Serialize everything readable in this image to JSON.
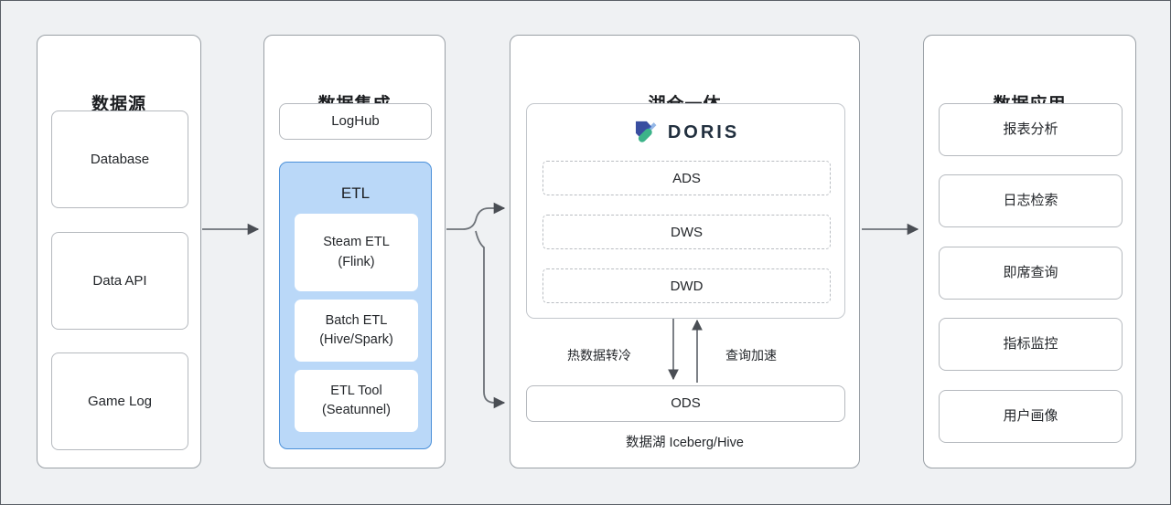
{
  "diagram": {
    "background_color": "#eff1f3",
    "accent_color": "#4b90d9",
    "accent_fill": "#bad8f8",
    "columns": [
      {
        "id": "data-source",
        "title": "数据源",
        "items": [
          {
            "label": "Database"
          },
          {
            "label": "Data API"
          },
          {
            "label": "Game Log"
          }
        ]
      },
      {
        "id": "data-integration",
        "title": "数据集成",
        "items": [
          {
            "label": "LogHub"
          }
        ],
        "group": {
          "title": "ETL",
          "items": [
            {
              "line1": "Steam ETL",
              "line2": "(Flink)"
            },
            {
              "line1": "Batch ETL",
              "line2": "(Hive/Spark)"
            },
            {
              "line1": "ETL Tool",
              "line2": "(Seatunnel)"
            }
          ]
        }
      },
      {
        "id": "lakehouse",
        "title": "湖仓一体",
        "engine": {
          "logo_name": "doris-logo",
          "wordmark": "DORIS",
          "logo_colors": {
            "blue": "#394ea0",
            "teal": "#3cb389"
          },
          "layers": [
            {
              "label": "ADS"
            },
            {
              "label": "DWS"
            },
            {
              "label": "DWD"
            }
          ]
        },
        "flow_labels": {
          "down": "热数据转冷",
          "up": "查询加速"
        },
        "ods": {
          "label": "ODS"
        },
        "lake_caption": "数据湖 Iceberg/Hive"
      },
      {
        "id": "data-application",
        "title": "数据应用",
        "items": [
          {
            "label": "报表分析"
          },
          {
            "label": "日志检索"
          },
          {
            "label": "即席查询"
          },
          {
            "label": "指标监控"
          },
          {
            "label": "用户画像"
          }
        ]
      }
    ]
  }
}
